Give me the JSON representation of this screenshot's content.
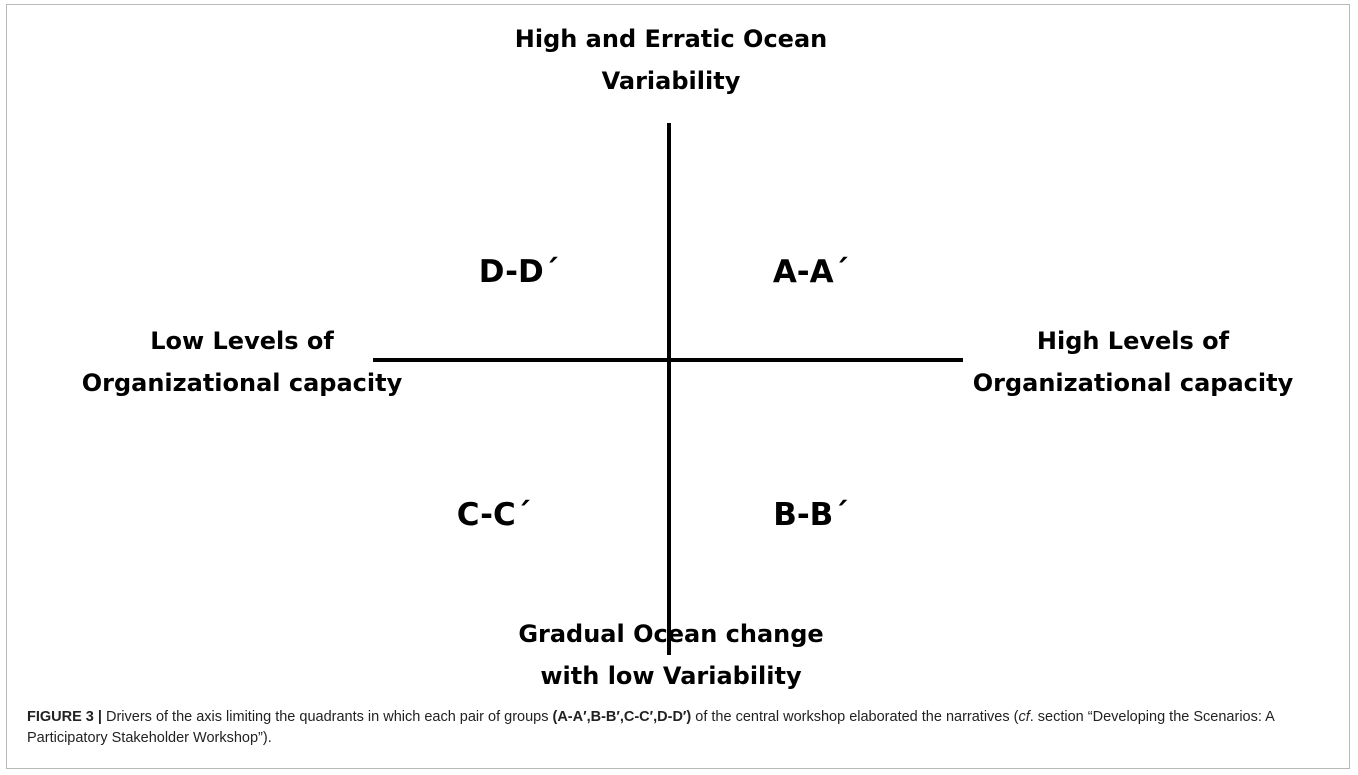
{
  "diagram": {
    "top_label": [
      "High and Erratic Ocean",
      "Variability"
    ],
    "bottom_label": [
      "Gradual Ocean change",
      "with low Variability"
    ],
    "left_label": [
      "Low Levels of",
      "Organizational capacity"
    ],
    "right_label": [
      "High Levels of",
      "Organizational capacity"
    ],
    "quadrants": {
      "top_left": "D-D´",
      "top_right": "A-A´",
      "bottom_left": "C-C´",
      "bottom_right": "B-B´"
    },
    "line_color": "#000000"
  },
  "caption": {
    "figure_number": "FIGURE 3 |",
    "text_before": " Drivers of the axis limiting the quadrants in which each pair of groups ",
    "groups": "(A-A′,B-B′,C-C′,D-D′)",
    "text_middle": " of the central workshop elaborated the narratives (",
    "cf": "cf",
    "text_after": ". section “Developing the Scenarios: A Participatory Stakeholder Workshop”)."
  }
}
